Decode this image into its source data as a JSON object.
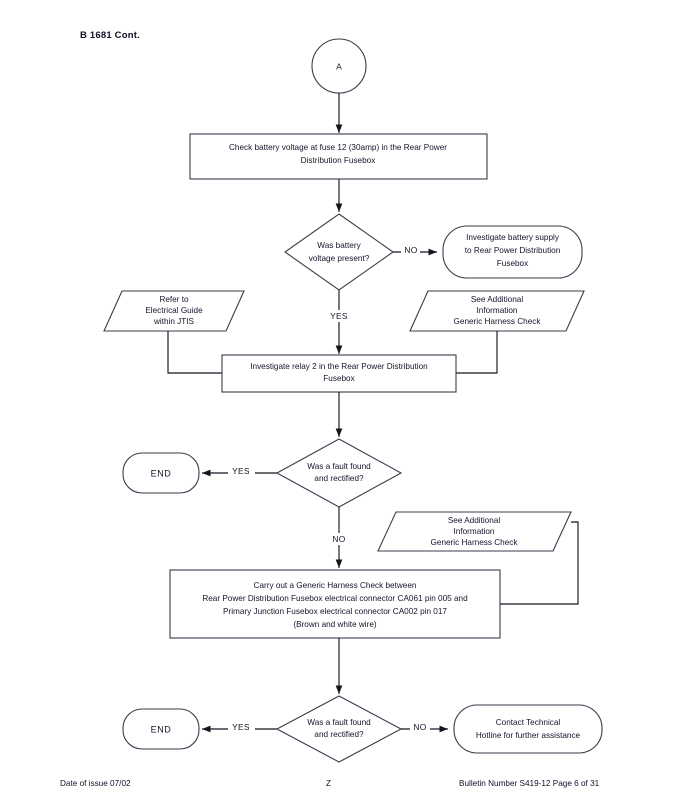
{
  "page": {
    "header_reference": "B 1681 Cont.",
    "footer": {
      "date_of_issue": "Date of issue 07/02",
      "center_mark": "Z",
      "bulletin": "Bulletin Number S419-12 Page 6 of 31"
    }
  },
  "flow": {
    "connector_a": "A",
    "step_check_fuse": {
      "line1": "Check battery voltage at fuse 12 (30amp) in the Rear Power",
      "line2": "Distribution Fusebox"
    },
    "decision_voltage": {
      "line1": "Was battery",
      "line2": "voltage present?"
    },
    "investigate_supply": {
      "line1": "Investigate battery supply",
      "line2": "to Rear Power Distribution",
      "line3": "Fusebox"
    },
    "note_electrical_guide": {
      "line1": "Refer to",
      "line2": "Electrical Guide",
      "line3": "within JTIS"
    },
    "note_harness_top": {
      "line1": "See Additional",
      "line2": "Information",
      "line3": "Generic Harness Check"
    },
    "step_relay": {
      "line1": "Investigate relay 2 in the Rear Power Distribution",
      "line2": "Fusebox"
    },
    "decision_fault_1": {
      "line1": "Was a fault found",
      "line2": "and rectified?"
    },
    "end_1": "END",
    "note_harness_bottom": {
      "line1": "See Additional",
      "line2": "Information",
      "line3": "Generic Harness Check"
    },
    "step_harness_check": {
      "line1": "Carry out a Generic Harness Check between",
      "line2": "Rear Power Distribution Fusebox electrical connector CA061 pin 005 and",
      "line3": "Primary Junction Fusebox electrical connector CA002 pin 017",
      "line4": "(Brown and white wire)"
    },
    "decision_fault_2": {
      "line1": "Was a fault found",
      "line2": "and rectified?"
    },
    "end_2": "END",
    "contact_hotline": {
      "line1": "Contact Technical",
      "line2": "Hotline for further assistance"
    },
    "labels": {
      "no_1": "NO",
      "yes_1": "YES",
      "yes_2": "YES",
      "no_2": "NO",
      "yes_3": "YES",
      "no_3": "NO"
    }
  },
  "colors": {
    "shape_stroke": "#3b3b4d",
    "connector_stroke": "#15151f",
    "text": "#14142b",
    "background": "#ffffff"
  }
}
